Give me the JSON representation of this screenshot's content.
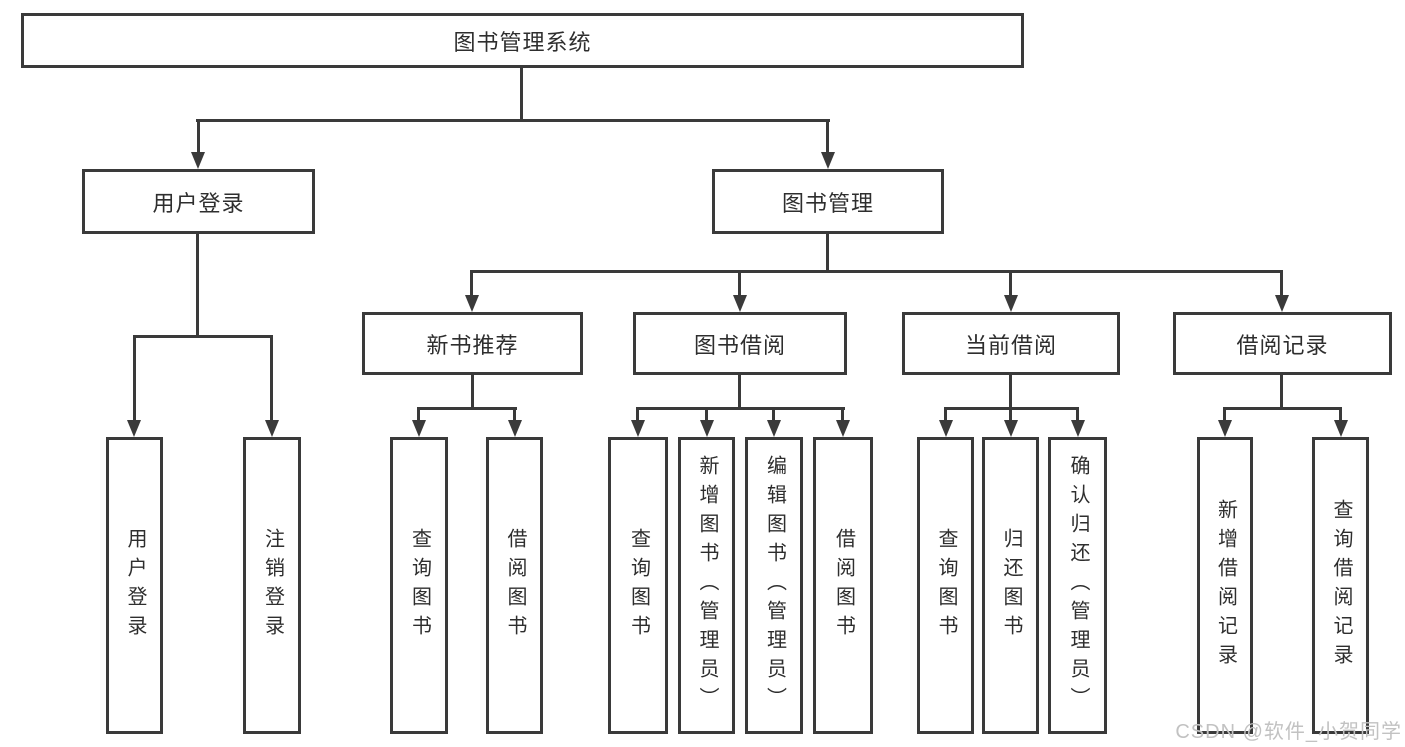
{
  "diagram": {
    "type": "tree",
    "title": "图书管理系统",
    "colors": {
      "line": "#3a3a3a",
      "text": "#2e2e2e",
      "background": "#ffffff",
      "watermark": "#c2c2c2"
    },
    "nodes": {
      "root": "图书管理系统",
      "level2": [
        "用户登录",
        "图书管理"
      ],
      "level3": [
        "新书推荐",
        "图书借阅",
        "当前借阅",
        "借阅记录"
      ],
      "leaves_user_login": [
        "用户登录",
        "注销登录"
      ],
      "leaves_new_book": [
        "查询图书",
        "借阅图书"
      ],
      "leaves_book_borrow": [
        "查询图书",
        "新增图书（管理员）",
        "编辑图书（管理员）",
        "借阅图书"
      ],
      "leaves_current_borrow": [
        "查询图书",
        "归还图书",
        "确认归还（管理员）"
      ],
      "leaves_borrow_record": [
        "新增借阅记录",
        "查询借阅记录"
      ]
    },
    "hierarchy": {
      "图书管理系统": {
        "用户登录": [
          "用户登录",
          "注销登录"
        ],
        "图书管理": {
          "新书推荐": [
            "查询图书",
            "借阅图书"
          ],
          "图书借阅": [
            "查询图书",
            "新增图书（管理员）",
            "编辑图书（管理员）",
            "借阅图书"
          ],
          "当前借阅": [
            "查询图书",
            "归还图书",
            "确认归还（管理员）"
          ],
          "借阅记录": [
            "新增借阅记录",
            "查询借阅记录"
          ]
        }
      }
    }
  },
  "watermark": {
    "text": "CSDN @软件_小贺同学"
  }
}
